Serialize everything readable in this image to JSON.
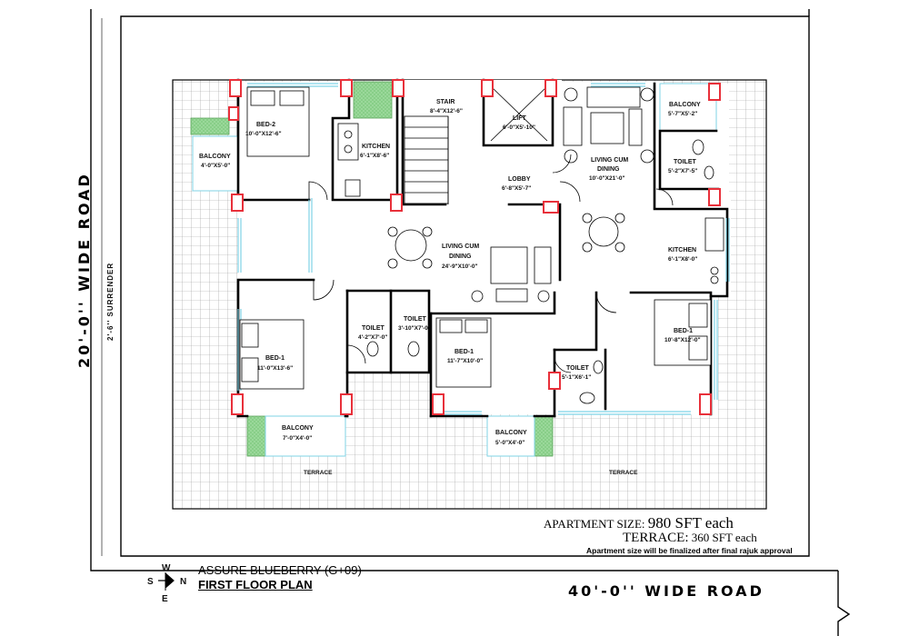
{
  "roads": {
    "left": "20'-0'' WIDE ROAD",
    "bottom": "40'-0'' WIDE ROAD",
    "surrender": "2'-6'' SURRENDER"
  },
  "rooms": {
    "bed2": {
      "name": "BED-2",
      "dim": "10'-0\"X12'-6\""
    },
    "balcony_left": {
      "name": "BALCONY",
      "dim": "4'-0\"X5'-0\""
    },
    "kitchen_left": {
      "name": "KITCHEN",
      "dim": "6'-1\"X8'-6\""
    },
    "stair": {
      "name": "STAIR",
      "dim": "8'-4\"X12'-6\""
    },
    "lift": {
      "name": "LIFT",
      "dim": "6'-0\"X5'-10\""
    },
    "lobby": {
      "name": "LOBBY",
      "dim": "6'-8\"X5'-7\""
    },
    "living_right": {
      "name1": "LIVING CUM",
      "name2": "DINING",
      "dim": "10'-0\"X21'-0\""
    },
    "balcony_tr": {
      "name": "BALCONY",
      "dim": "5'-7\"X5'-2\""
    },
    "toilet_tr": {
      "name": "TOILET",
      "dim": "5'-2\"X7'-5\""
    },
    "kitchen_right": {
      "name": "KITCHEN",
      "dim": "6'-1\"X8'-0\""
    },
    "living_center": {
      "name1": "LIVING CUM",
      "name2": "DINING",
      "dim": "24'-9\"X10'-0\""
    },
    "toilet_a": {
      "name": "TOILET",
      "dim": "4'-2\"X7'-0\""
    },
    "toilet_b": {
      "name": "TOILET",
      "dim": "3'-10\"X7'-0\""
    },
    "bed1_left": {
      "name": "BED-1",
      "dim": "11'-0\"X13'-6\""
    },
    "bed1_mid": {
      "name": "BED-1",
      "dim": "11'-7\"X10'-0\""
    },
    "bed1_right": {
      "name": "BED-1",
      "dim": "10'-8\"X12'-0\""
    },
    "toilet_c": {
      "name": "TOILET",
      "dim": "5'-1\"X6'-1\""
    },
    "balcony_bl": {
      "name": "BALCONY",
      "dim": "7'-0\"X4'-0\""
    },
    "balcony_bm": {
      "name": "BALCONY",
      "dim": "5'-0\"X4'-0\""
    },
    "terrace_left": {
      "name": "TERRACE"
    },
    "terrace_right": {
      "name": "TERRACE"
    }
  },
  "info": {
    "apt_label": "APARTMENT SIZE:",
    "apt_value": "980 SFT each",
    "terrace_label": "TERRACE:",
    "terrace_value": "360 SFT each",
    "note": "Apartment size will be finalized after final rajuk approval"
  },
  "title": {
    "project": "ASSURE BLUEBERRY (G+09)",
    "floor": "FIRST FLOOR PLAN"
  },
  "compass": {
    "w": "W",
    "s": "S",
    "n": "N",
    "e": "E"
  },
  "colors": {
    "column": "#e8303a",
    "greenery": "#8fd18f",
    "window": "#7fd3e6",
    "tile": "#9a9a9a"
  }
}
